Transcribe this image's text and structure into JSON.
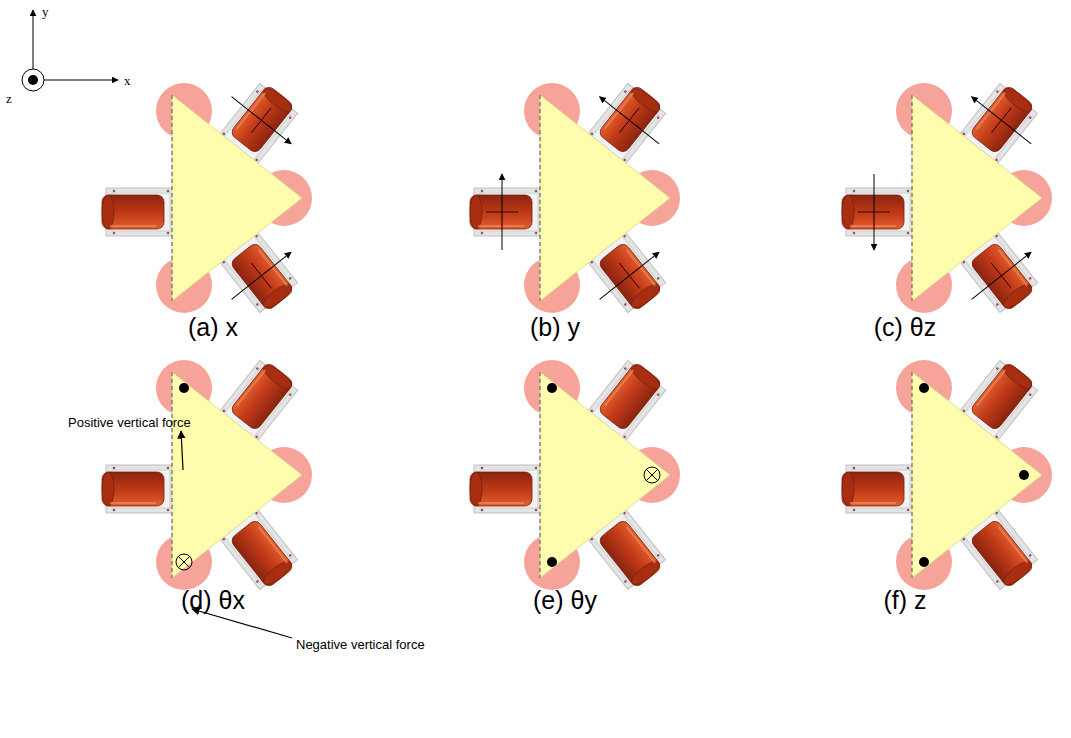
{
  "diagram": {
    "labels": [
      "y",
      "x",
      "z",
      "(a) x",
      "(b) y",
      "(c) θz",
      "Positive vertical force",
      "(d) θx",
      "(e) θy",
      "(f) z",
      "Negative vertical force"
    ]
  }
}
